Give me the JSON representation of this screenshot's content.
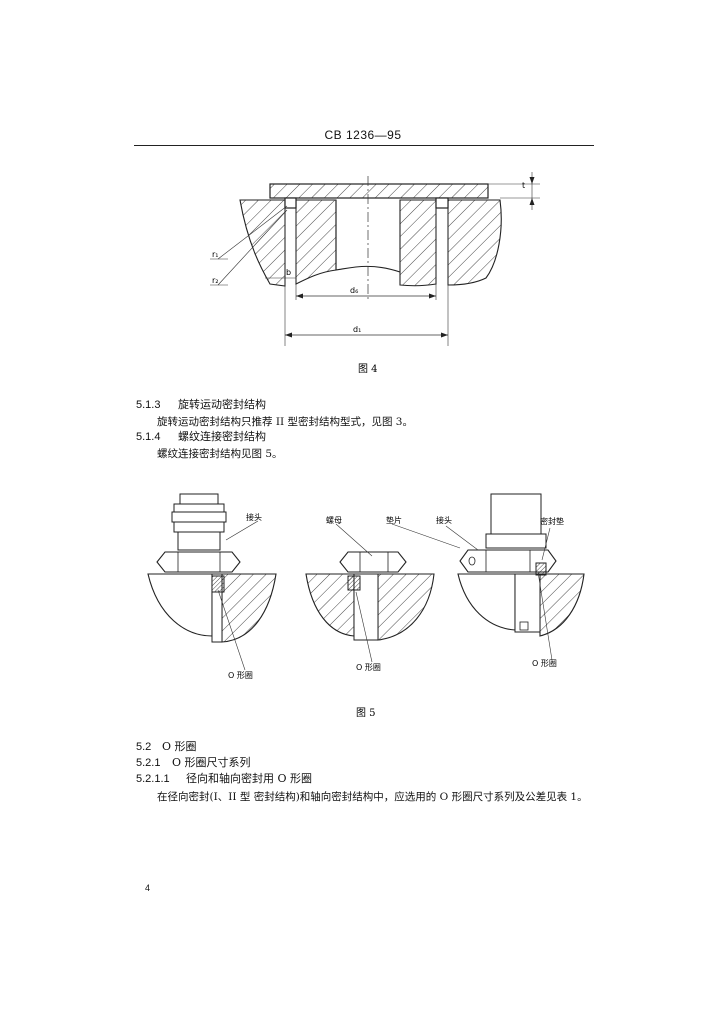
{
  "header": {
    "code": "CB 1236—95"
  },
  "figure4": {
    "caption": "图 4",
    "labels": {
      "r1": "r₁",
      "r2": "r₂",
      "b": "b",
      "d6": "d₆",
      "d1": "d₁",
      "h": "t"
    }
  },
  "sections": [
    {
      "num": "5.1.3",
      "title": "旋转运动密封结构"
    },
    {
      "num": "5.1.4",
      "title": "螺纹连接密封结构"
    },
    {
      "num": "5.2",
      "title": "O 形圈"
    },
    {
      "num": "5.2.1",
      "title": "O 形圈尺寸系列"
    },
    {
      "num": "5.2.1.1",
      "title": "径向和轴向密封用 O 形圈"
    }
  ],
  "paragraphs": {
    "rotary": "旋转运动密封结构只推荐 II 型密封结构型式，见图 3。",
    "thread": "螺纹连接密封结构见图 5。",
    "oring": "在径向密封(I、II 型 密封结构)和轴向密封结构中，应选用的 O 形圈尺寸系列及公差见表 1。"
  },
  "figure5": {
    "caption": "图 5",
    "labels": {
      "joint1": "接头",
      "nut": "螺母",
      "gasket": "垫片",
      "joint3": "接头",
      "seal_washer": "密封垫",
      "oring1": "O 形圈",
      "oring2": "O 形圈",
      "oring3": "O 形圈"
    }
  },
  "page_number": "4"
}
